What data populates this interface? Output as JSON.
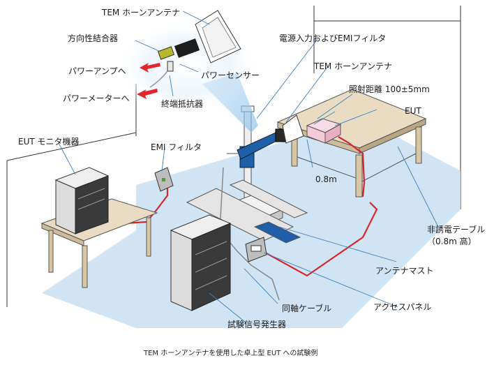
{
  "labels": {
    "tem_horn_top": "TEM ホーンアンテナ",
    "coupler": "方向性結合器",
    "to_power_amp": "パワーアンプへ",
    "power_sensor": "パワーセンサー",
    "to_power_meter": "パワーメーターへ",
    "terminator": "終端抵抗器",
    "power_input_filter": "電源入力およびEMIフィルタ",
    "tem_horn_right": "TEM ホーンアンテナ",
    "irradiation_distance": "照射距離 100±5mm",
    "eut": "EUT",
    "height_08": "0.8m",
    "eut_monitor": "EUT モニタ機器",
    "emi_filter": "EMI フィルタ",
    "nonconductive_table": "非誘電テーブル",
    "table_height": "（0.8m 高）",
    "antenna_mast": "アンテナマスト",
    "coax_cable": "同軸ケーブル",
    "access_panel": "アクセスパネル",
    "signal_generator": "試験信号発生器"
  },
  "caption": "TEM ホーンアンテナを使用した卓上型 EUT への試験例",
  "colors": {
    "cable_red": "#d8262d",
    "mast_blue": "#1f5fa8",
    "floor": "#c9dff2",
    "eut_pink": "#f4c9d8",
    "highlight_blue": "#bfe0f7",
    "table_tan": "#e9dcc2",
    "cabinet_grey": "#dcdcdc",
    "arrow_red": "#e0262c"
  }
}
